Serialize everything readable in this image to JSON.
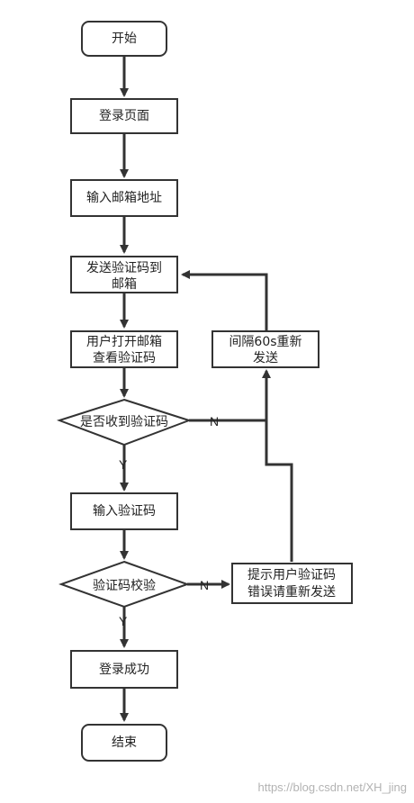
{
  "flowchart": {
    "nodes": {
      "start": "开始",
      "login_page": "登录页面",
      "enter_email": "输入邮箱地址",
      "send_code_line1": "发送验证码到",
      "send_code_line2": "邮箱",
      "open_mail_line1": "用户打开邮箱",
      "open_mail_line2": "查看验证码",
      "received_decision": "是否收到验证码",
      "wait_resend_line1": "间隔60s重新",
      "wait_resend_line2": "发送",
      "enter_code": "输入验证码",
      "verify_decision": "验证码校验",
      "error_prompt_line1": "提示用户验证码",
      "error_prompt_line2": "错误请重新发送",
      "login_success": "登录成功",
      "end": "结束"
    },
    "labels": {
      "received_no": "N",
      "received_yes": "Y",
      "verify_no": "N",
      "verify_yes": "Y"
    }
  },
  "watermark": "https://blog.csdn.net/XH_jing",
  "colors": {
    "stroke": "#333333",
    "text": "#222222",
    "watermark": "#b3b3b3"
  }
}
